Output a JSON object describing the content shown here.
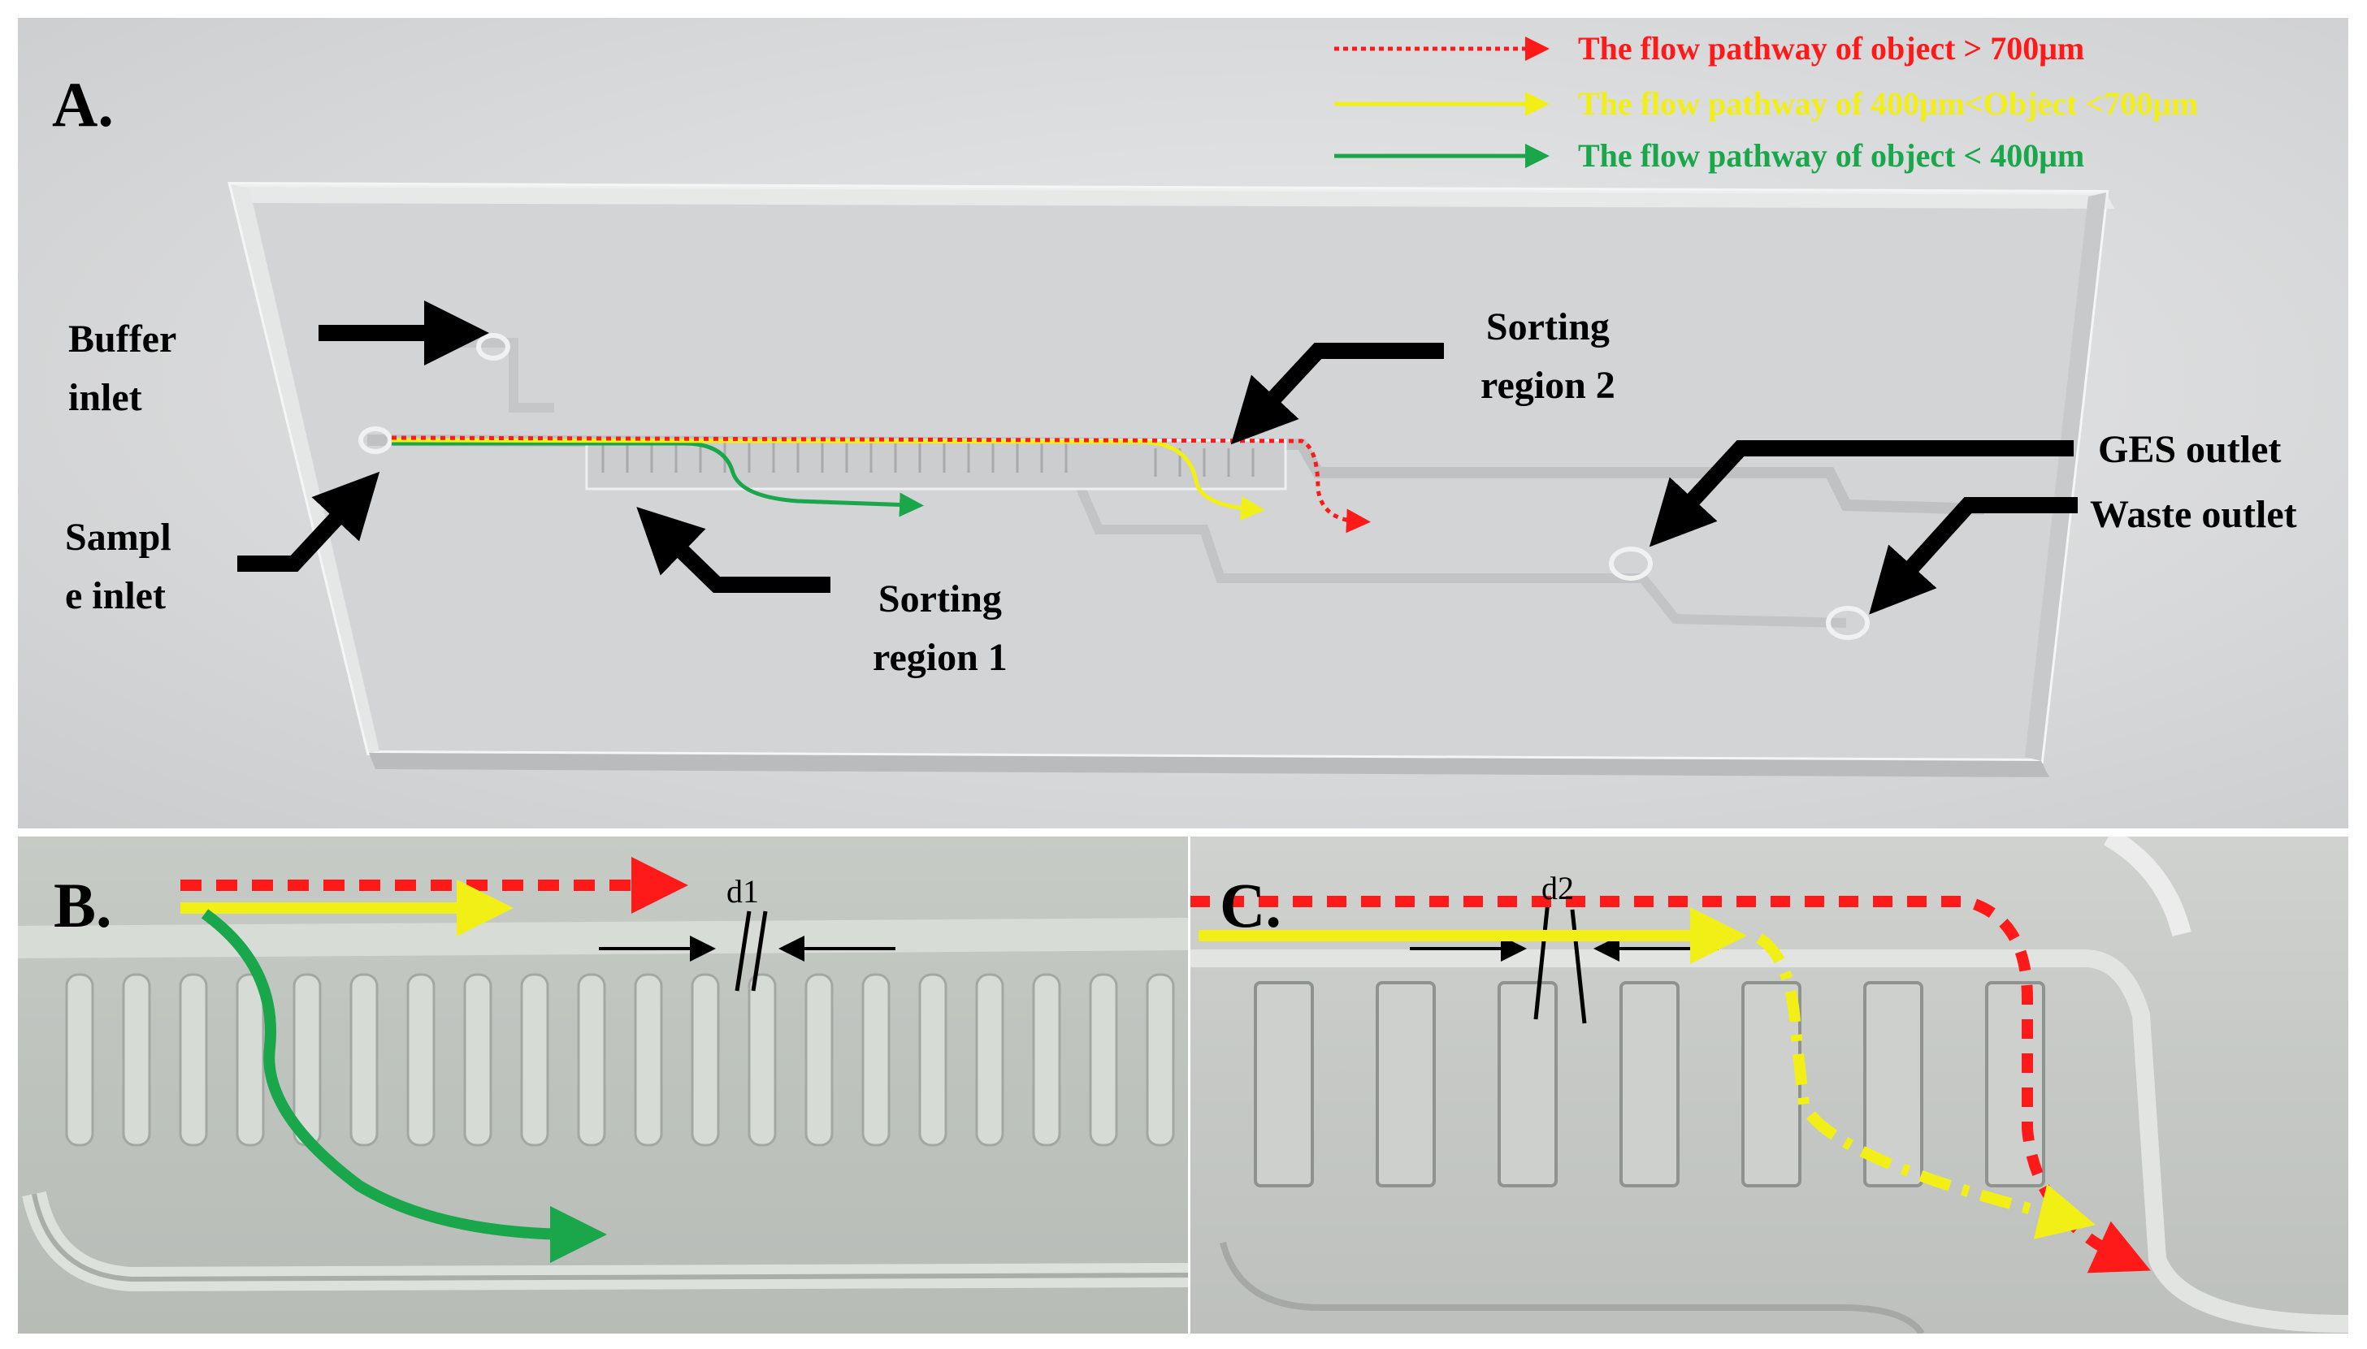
{
  "legend": {
    "items": [
      {
        "text": "The flow pathway of object > 700μm",
        "color": "#ff1a1a",
        "style": "dotted"
      },
      {
        "text": "The flow pathway of 400μm<Object <700μm",
        "color": "#f2ef16",
        "style": "solid"
      },
      {
        "text": "The flow pathway of object < 400μm",
        "color": "#1aa64a",
        "style": "solid"
      }
    ]
  },
  "panel_a": {
    "label": "A.",
    "buffer_inlet_line1": "Buffer",
    "buffer_inlet_line2": "inlet",
    "sample_inlet_line1": "Sampl",
    "sample_inlet_line2": "e inlet",
    "sorting_region1_line1": "Sorting",
    "sorting_region1_line2": "region 1",
    "sorting_region2_line1": "Sorting",
    "sorting_region2_line2": "region 2",
    "ges_outlet": "GES outlet",
    "waste_outlet": "Waste outlet"
  },
  "panel_b": {
    "label": "B.",
    "gap_label": "d1"
  },
  "panel_c": {
    "label": "C.",
    "gap_label": "d2"
  },
  "colors": {
    "red": "#ff1a1a",
    "yellow": "#f2ef16",
    "green": "#1aa64a",
    "arrow": "#000000"
  },
  "icons": [
    "arrow-right-icon",
    "arrow-down-left-icon"
  ]
}
